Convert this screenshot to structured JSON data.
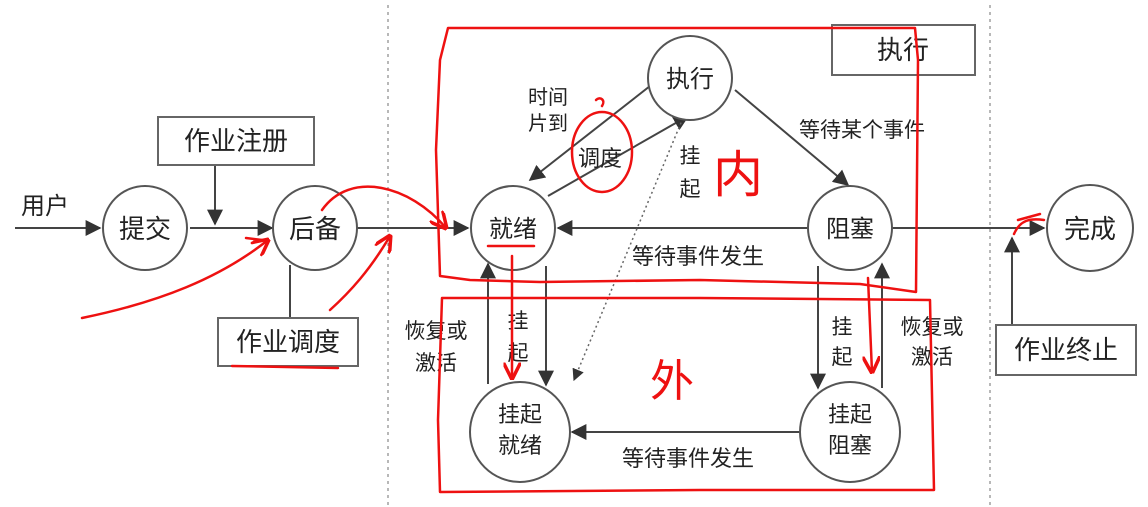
{
  "diagram": {
    "states": {
      "submit": "提交",
      "backup": "后备",
      "ready": "就绪",
      "running": "执行",
      "blocked": "阻塞",
      "completed": "完成",
      "suspended_ready_line1": "挂起",
      "suspended_ready_line2": "就绪",
      "suspended_blocked_line1": "挂起",
      "suspended_blocked_line2": "阻塞"
    },
    "boxes": {
      "job_register": "作业注册",
      "job_schedule": "作业调度",
      "job_terminate": "作业终止",
      "execute": "执行"
    },
    "labels": {
      "user": "用户",
      "time_slice_line1": "时间",
      "time_slice_line2": "片到",
      "dispatch": "调度",
      "wait_event": "等待某个事件",
      "suspend_top_1": "挂",
      "suspend_top_2": "起",
      "event_occurs_top": "等待事件发生",
      "event_occurs_bottom": "等待事件发生",
      "restore_left_1": "恢复或",
      "restore_left_2": "激活",
      "suspend_left_1": "挂",
      "suspend_left_2": "起",
      "suspend_right_1": "挂",
      "suspend_right_2": "起",
      "restore_right_1": "恢复或",
      "restore_right_2": "激活"
    },
    "annotations": {
      "inner": "内",
      "outer": "外"
    },
    "colors": {
      "ink": "#ee1111",
      "line": "#444444"
    }
  }
}
